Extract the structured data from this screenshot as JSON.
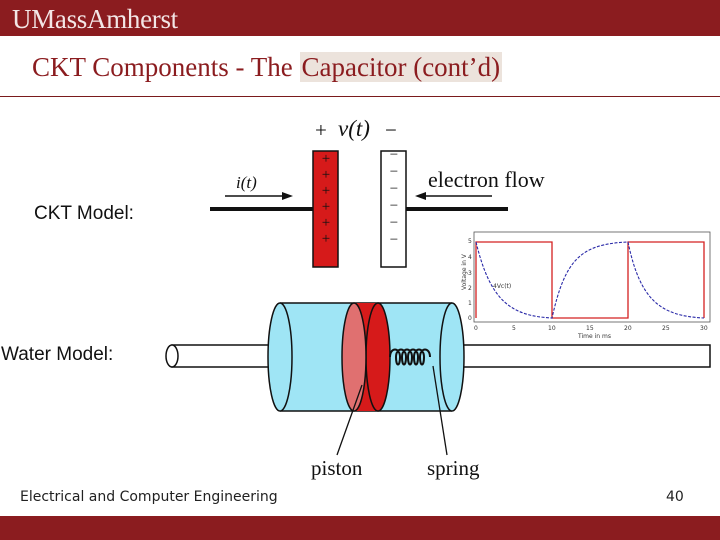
{
  "header": {
    "logo_text": "UMassAmherst"
  },
  "slide": {
    "title_prefix": "CKT Components - The ",
    "title_highlight": "Capacitor (cont’d)"
  },
  "ckt_model": {
    "label": "CKT Model:",
    "voltage_plus": "+",
    "voltage_label": "v(t)",
    "voltage_minus": "−",
    "current_label": "i(t)",
    "electron_flow_label": "electron flow",
    "plate_plus_signs": [
      "+",
      "+",
      "+",
      "+",
      "+",
      "+"
    ],
    "plate_minus_signs": [
      "−",
      "−",
      "−",
      "−",
      "−",
      "−"
    ]
  },
  "inset_plot": {
    "y_ticks": [
      "0",
      "1",
      "2",
      "3",
      "4",
      "5"
    ],
    "x_ticks": [
      "0",
      "5",
      "10",
      "15",
      "20",
      "25",
      "30"
    ],
    "x_label": "Time in ms",
    "y_label": "Voltage in V",
    "annotation": "4Vc(t)",
    "colors": {
      "square_wave": "#d42020",
      "response": "#2a2aa8"
    }
  },
  "water_model": {
    "label": "Water Model:",
    "piston_label": "piston",
    "spring_label": "spring",
    "colors": {
      "cylinder": "#9fe5f5",
      "piston": "#d61a1a",
      "piston_face": "#e07070"
    }
  },
  "footer": {
    "text": "Electrical and Computer Engineering",
    "page_number": "40"
  }
}
